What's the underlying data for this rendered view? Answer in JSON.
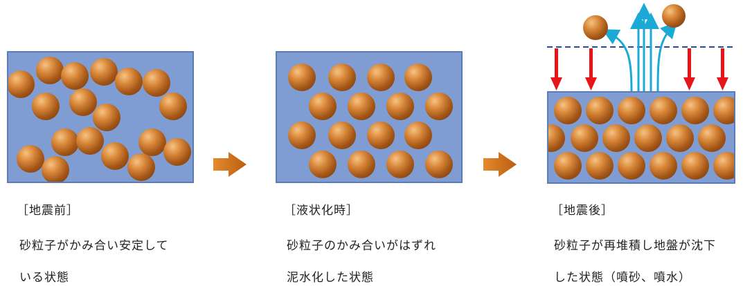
{
  "stages": [
    {
      "bracket": "［地震前］",
      "line1": "砂粒子がかみ合い安定して",
      "line2": "いる状態"
    },
    {
      "bracket": "［液状化時］",
      "line1": "砂粒子のかみ合いがはずれ",
      "line2": "泥水化した状態"
    },
    {
      "bracket": "［地震後］",
      "line1": "砂粒子が再堆積し地盤が沈下",
      "line2": "した状態（噴砂、噴水）"
    }
  ],
  "colors": {
    "water": "#7f9dd3",
    "grain": "#b8651f",
    "settlement_arrow": "#e8141c",
    "water_flow_arrow": "#1ba9d6",
    "original_level_line": "#1f4f9c",
    "process_arrow": "#d4761c"
  }
}
